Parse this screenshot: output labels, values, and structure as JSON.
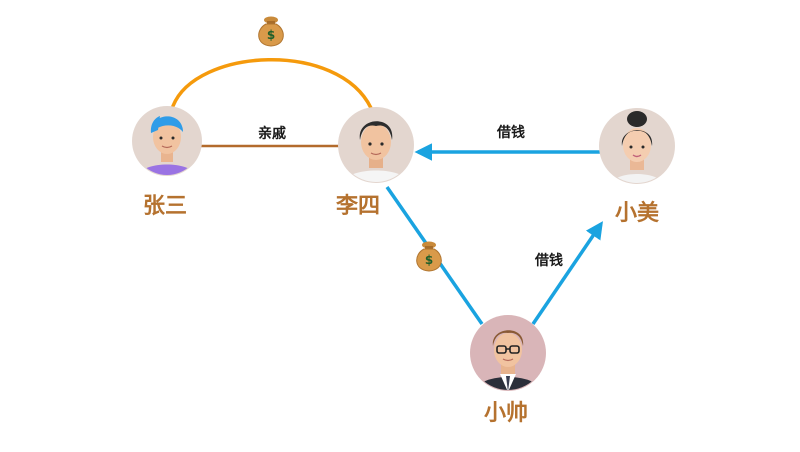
{
  "colors": {
    "name_text": "#b5722f",
    "kinship_line": "#b36b2c",
    "money_arc": "#f59a0c",
    "loan_line": "#1aa3e0",
    "avatar_bg": "#e3d6cf",
    "avatar_bg_xiaoshuai": "#d9b5b8"
  },
  "nodes": {
    "zhangsan": {
      "name": "张三"
    },
    "lisi": {
      "name": "李四"
    },
    "xiaomei": {
      "name": "小美"
    },
    "xiaoshuai": {
      "name": "小帅"
    }
  },
  "edges": {
    "relatives_label": "亲戚",
    "loan_top_label": "借钱",
    "loan_right_label": "借钱"
  },
  "icons": {
    "money_bag": "money-bag-icon",
    "money_symbol": "$"
  }
}
